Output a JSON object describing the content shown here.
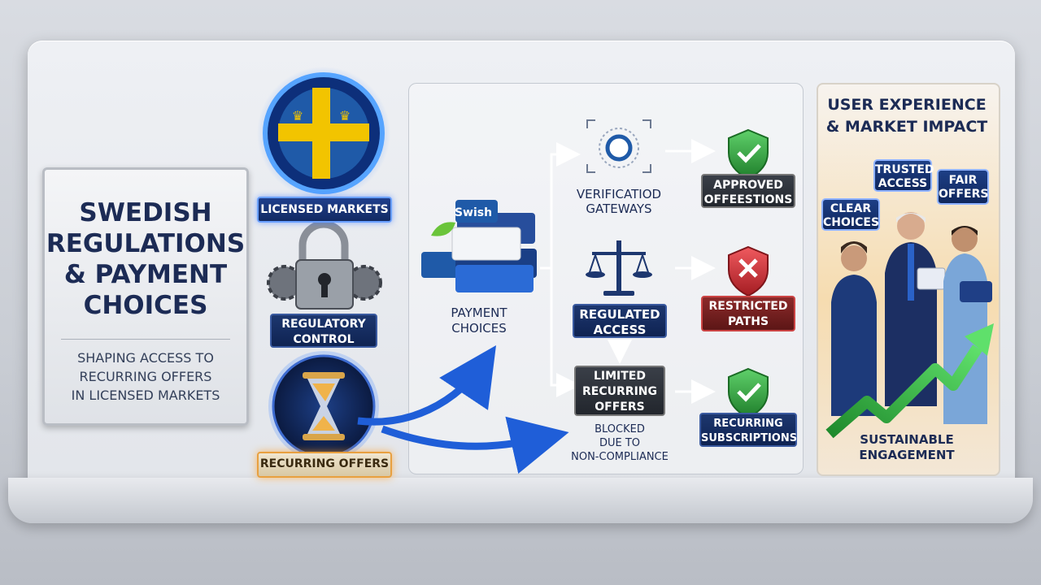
{
  "title": {
    "main": "SWEDISH\nREGULATIONS\n& PAYMENT\nCHOICES",
    "subtitle": "SHAPING ACCESS TO\nRECURRING OFFERS\nIN LICENSED MARKETS"
  },
  "left_column": {
    "licensed_markets": "LICENSED MARKETS",
    "regulatory_control": "REGULATORY\nCONTROL",
    "recurring_offers": "RECURRING OFFERS"
  },
  "payment": {
    "brand": "Swish",
    "label": "PAYMENT\nCHOICES"
  },
  "middle": {
    "verification_gateways": "VERIFICATIOD\nGATEWAYS",
    "regulated_access": "REGULATED\nACCESS",
    "limited_recurring_offers": "LIMITED\nRECURRING\nOFFERS",
    "blocked_note": "BLOCKED\nDUE TO\nNON-COMPLIANCE",
    "approved": "APPROVED\nOFFEESTIONS",
    "restricted_paths": "RESTRICTED\nPATHS",
    "recurring_subscriptions": "RECURRING\nSUBSCRIPTIONS"
  },
  "right": {
    "heading": "USER EXPERIENCE\n& MARKET IMPACT",
    "clear_choices": "CLEAR\nCHOICES",
    "trusted_access": "TRUSTED\nACCESS",
    "fair_offers": "FAIR\nOFFERS",
    "sustainable": "SUSTAINABLE\nENGAGEMENT"
  },
  "colors": {
    "navy": "#1c2b55",
    "sweden_blue": "#1f5aa8",
    "sweden_yellow": "#f2c400",
    "approve_green": "#2e9b3a",
    "restrict_red": "#c8262d",
    "arrow_blue": "#1f5ed8",
    "growth_green": "#2fae3a"
  },
  "icons": [
    "sweden-flag-icon",
    "lock-gears-icon",
    "hourglass-icon",
    "card-stack-icon",
    "fingerprint-scan-icon",
    "scales-icon",
    "shield-check-icon",
    "shield-x-icon",
    "growth-arrow-icon",
    "people-icon"
  ]
}
